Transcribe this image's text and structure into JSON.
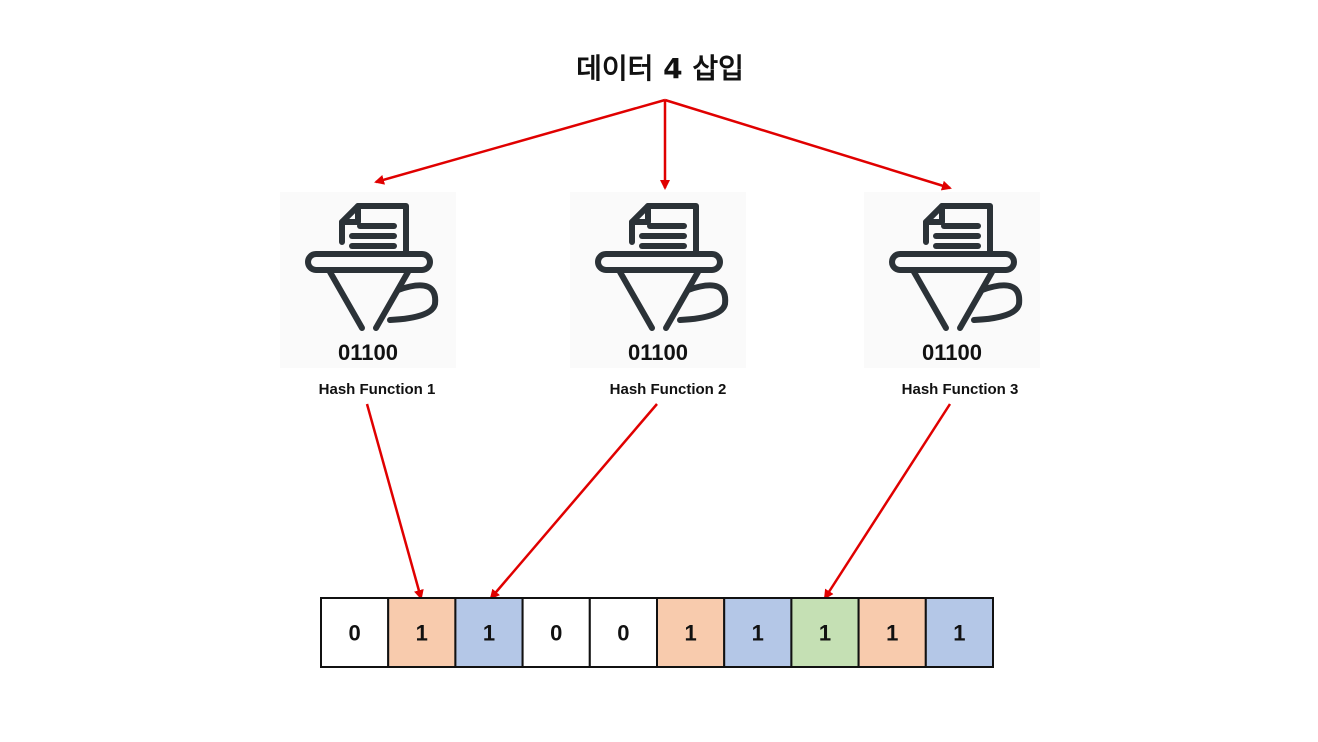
{
  "title": "데이터 4 삽입",
  "hash_functions": [
    {
      "label": "Hash Function 1",
      "binary": "01100"
    },
    {
      "label": "Hash Function 2",
      "binary": "01100"
    },
    {
      "label": "Hash Function 3",
      "binary": "01100"
    }
  ],
  "bits": [
    {
      "value": "0",
      "color": "#ffffff"
    },
    {
      "value": "1",
      "color": "#f8cbad"
    },
    {
      "value": "1",
      "color": "#b4c7e7"
    },
    {
      "value": "0",
      "color": "#ffffff"
    },
    {
      "value": "0",
      "color": "#ffffff"
    },
    {
      "value": "1",
      "color": "#f8cbad"
    },
    {
      "value": "1",
      "color": "#b4c7e7"
    },
    {
      "value": "1",
      "color": "#c5e0b4"
    },
    {
      "value": "1",
      "color": "#f8cbad"
    },
    {
      "value": "1",
      "color": "#b4c7e7"
    }
  ],
  "arrow_color": "#e00000",
  "hash_to_bit": [
    1,
    2,
    7
  ]
}
